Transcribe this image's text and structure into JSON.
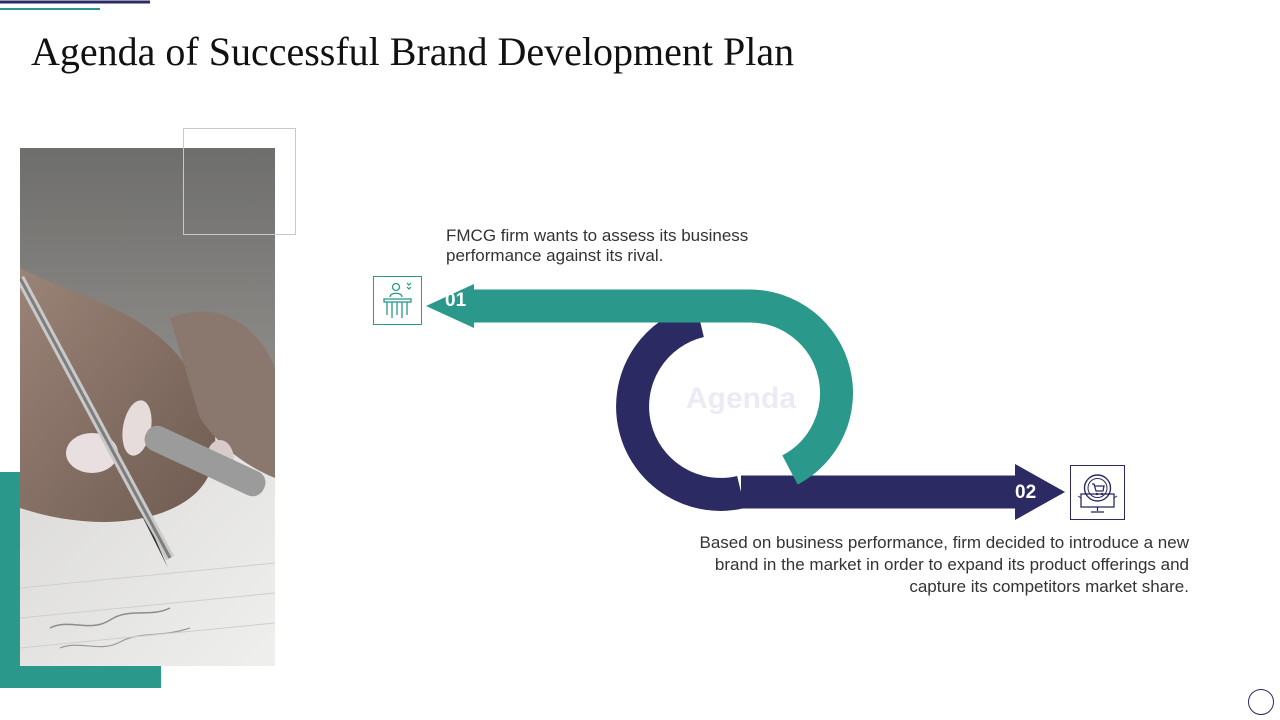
{
  "slide": {
    "title": "Agenda of Successful Brand Development Plan"
  },
  "diagram": {
    "center_label": "Agenda",
    "steps": [
      {
        "number": "01",
        "text": "FMCG firm wants to assess its business performance against its rival.",
        "icon": "presenter-icon",
        "color": "#2a998b"
      },
      {
        "number": "02",
        "text": "Based on business performance, firm decided to introduce a new brand in the market in order to expand its product offerings and capture its competitors market share.",
        "icon": "online-shopping-monitor-icon",
        "color": "#2b2a63"
      }
    ]
  },
  "image": {
    "subject": "hand-writing-with-fountain-pen-photo"
  },
  "colors": {
    "teal": "#2a998b",
    "navy": "#2b2a63"
  }
}
